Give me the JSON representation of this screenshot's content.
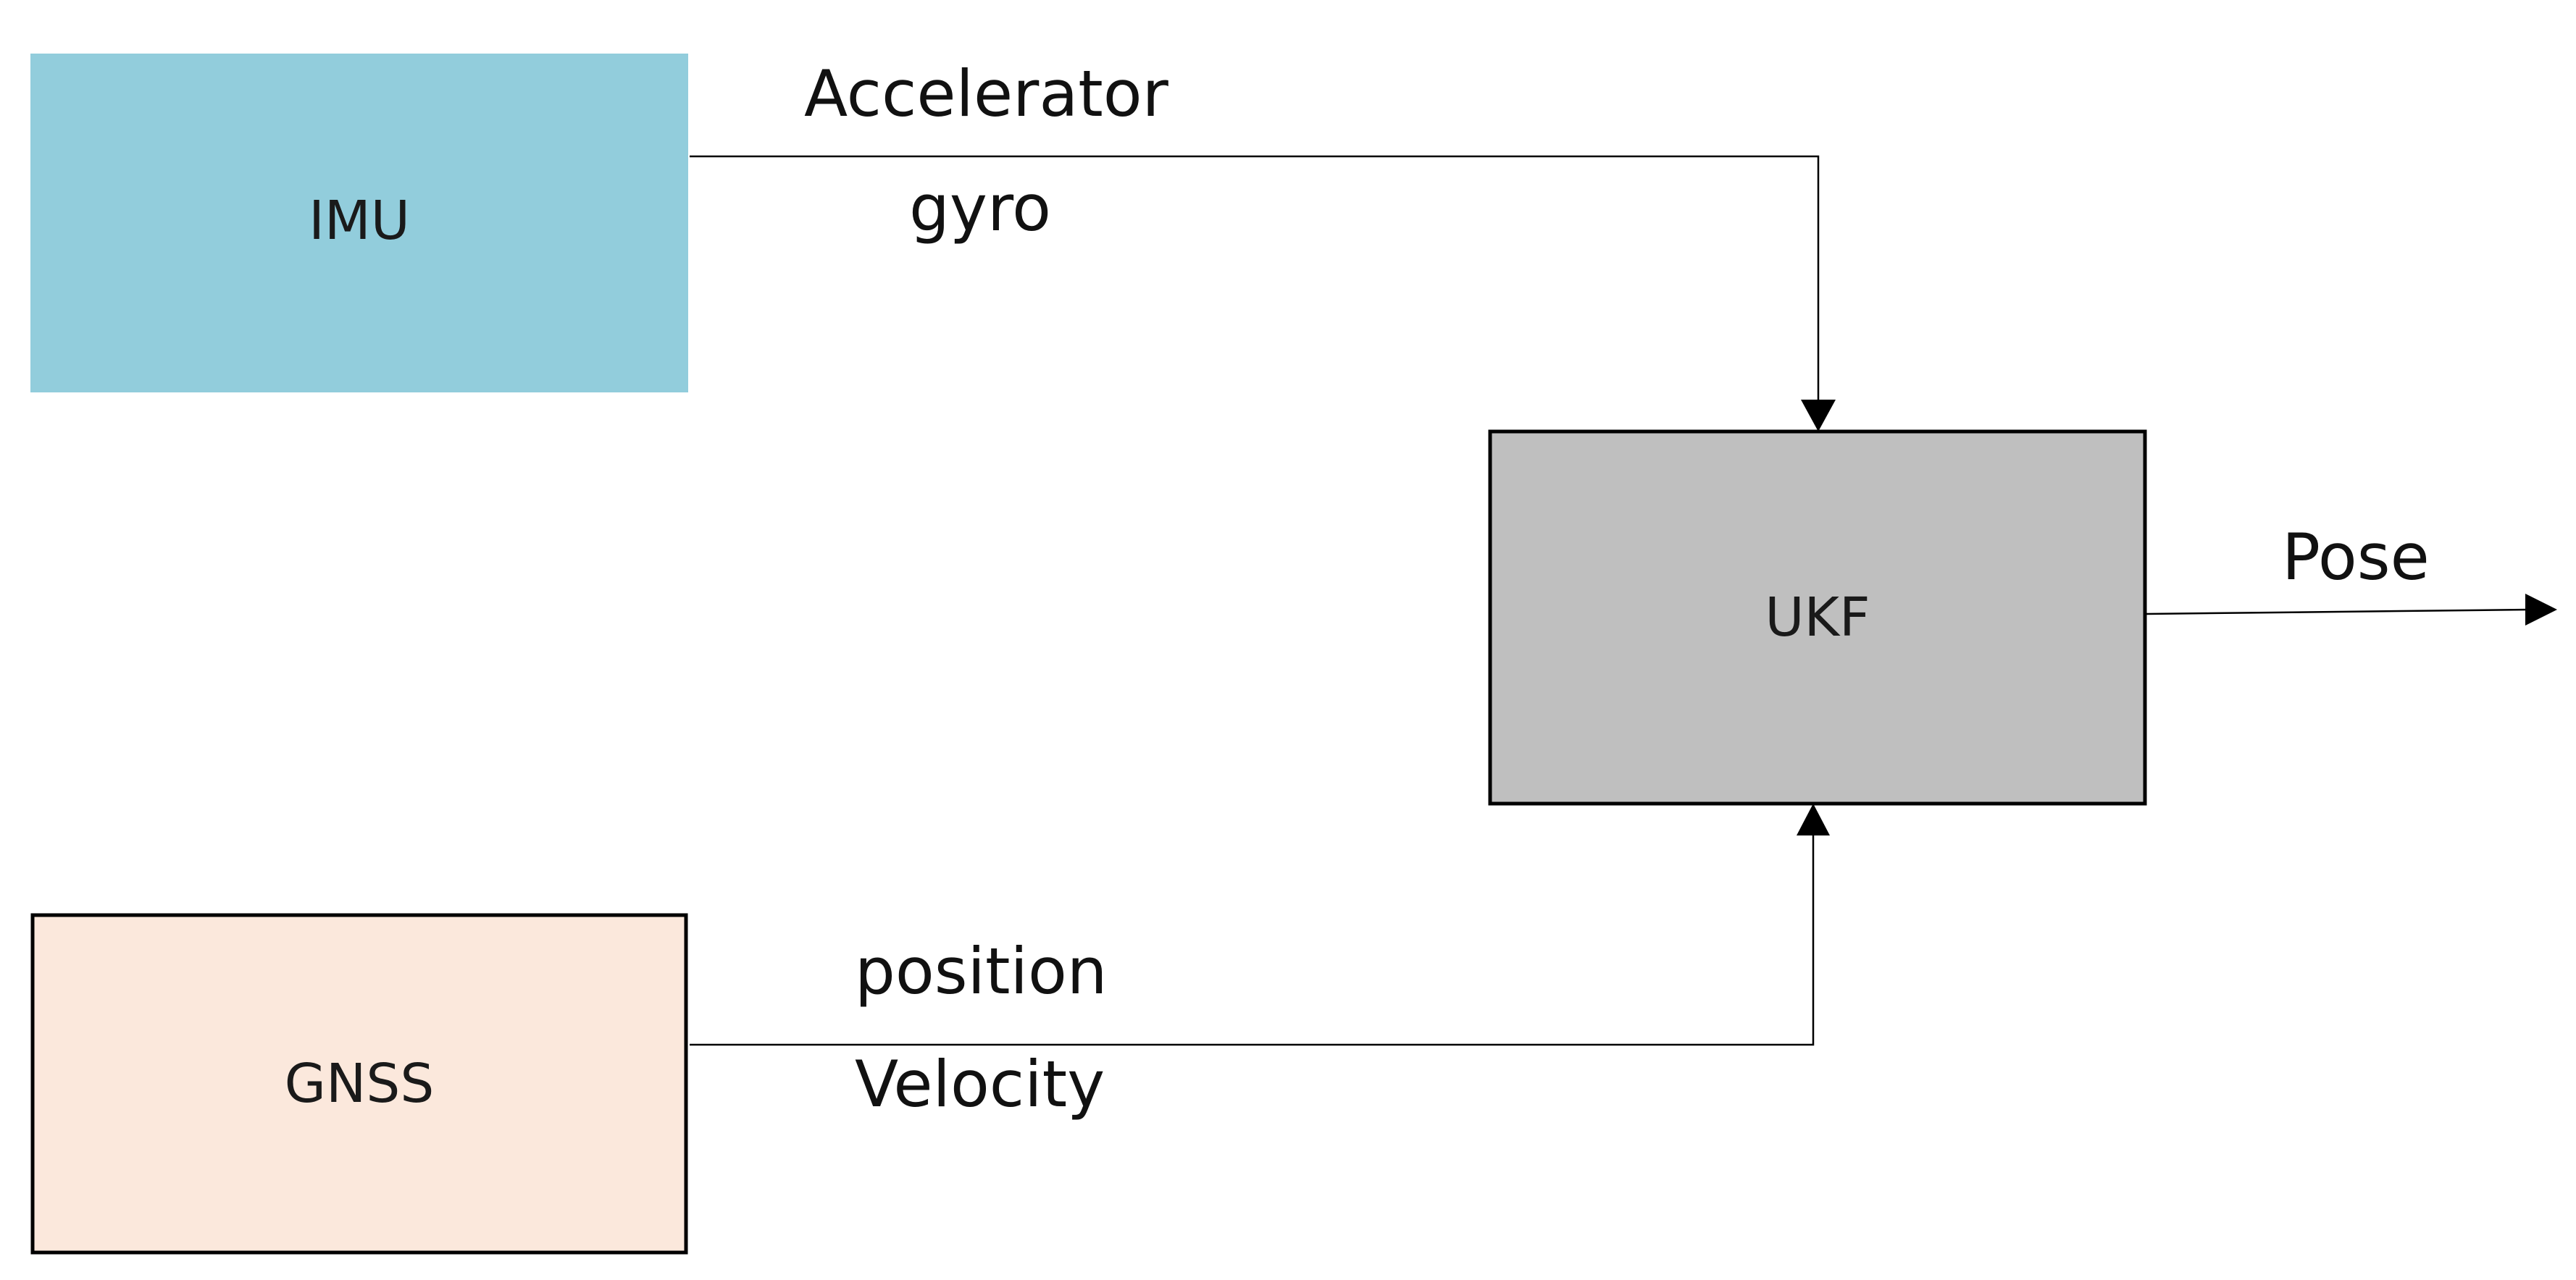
{
  "diagram": {
    "nodes": {
      "imu": {
        "label": "IMU",
        "fill": "#92CDDC",
        "stroke": "none"
      },
      "gnss": {
        "label": "GNSS",
        "fill": "#FBE8DC",
        "stroke": "#000000"
      },
      "ukf": {
        "label": "UKF",
        "fill": "#BFBFBF",
        "stroke": "#000000"
      }
    },
    "edges": {
      "imu_to_ukf": {
        "labels": [
          "Accelerator",
          "gyro"
        ]
      },
      "gnss_to_ukf": {
        "labels": [
          "position",
          "Velocity"
        ]
      },
      "ukf_out": {
        "labels": [
          "Pose"
        ]
      }
    }
  }
}
